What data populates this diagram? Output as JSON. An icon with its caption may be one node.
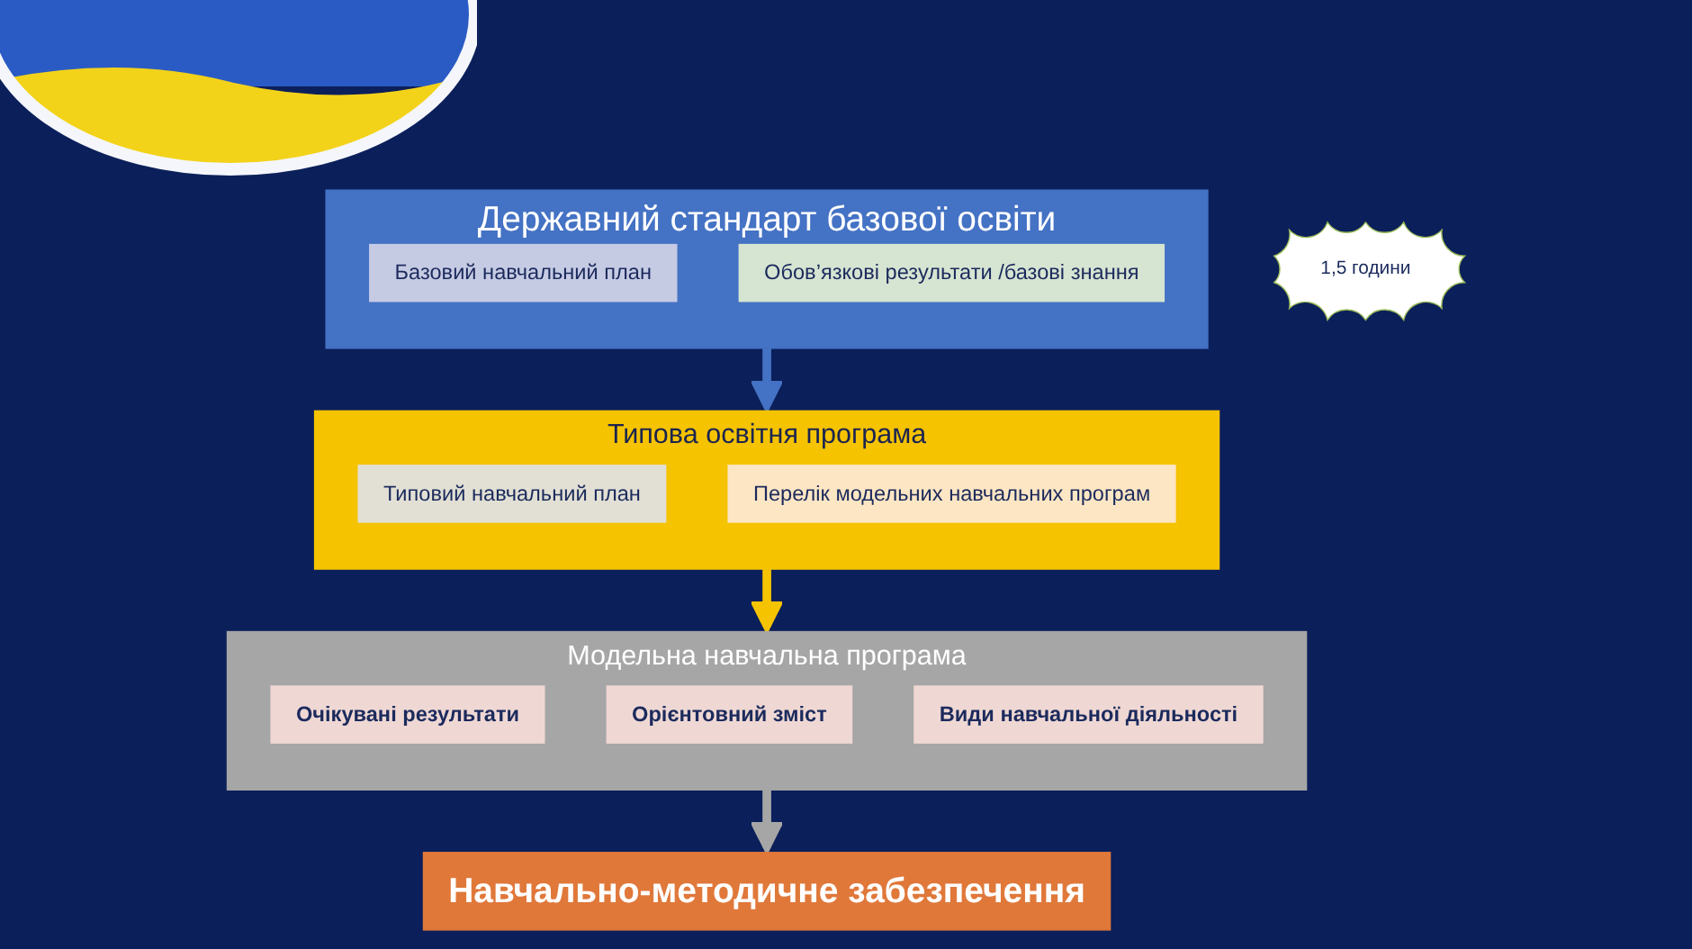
{
  "diagram": {
    "nodes": [
      {
        "text": [
          "Державний стандарт базової освіти"
        ]
      },
      {
        "text": [
          "Базовий навчальний план"
        ],
        "in": 0
      },
      {
        "text": [
          "Обов’язкові результати /базові знання"
        ],
        "in": 0
      },
      {
        "text": [
          "1,5 години"
        ]
      },
      {
        "text": [
          "Типова освітня програма"
        ]
      },
      {
        "text": [
          "Типовий навчальний план"
        ],
        "in": 4
      },
      {
        "text": [
          "Перелік модельних навчальних програм"
        ],
        "in": 4
      },
      {
        "text": [
          "Модельна навчальна програма"
        ]
      },
      {
        "text": [
          "Очікувані результати"
        ],
        "in": 7
      },
      {
        "text": [
          "Орієнтовний зміст"
        ],
        "in": 7
      },
      {
        "text": [
          "Види навчальної діяльності"
        ],
        "in": 7
      },
      {
        "text": [
          "Навчально-методичне забезпечення"
        ]
      }
    ],
    "edges": [
      {
        "from": 0,
        "to": 4,
        "arrow": "to",
        "color": "#4472c4"
      },
      {
        "from": 4,
        "to": 7,
        "arrow": "to",
        "color": "#f5c300"
      },
      {
        "from": 7,
        "to": 11,
        "arrow": "to",
        "color": "#a6a6a6"
      }
    ]
  }
}
